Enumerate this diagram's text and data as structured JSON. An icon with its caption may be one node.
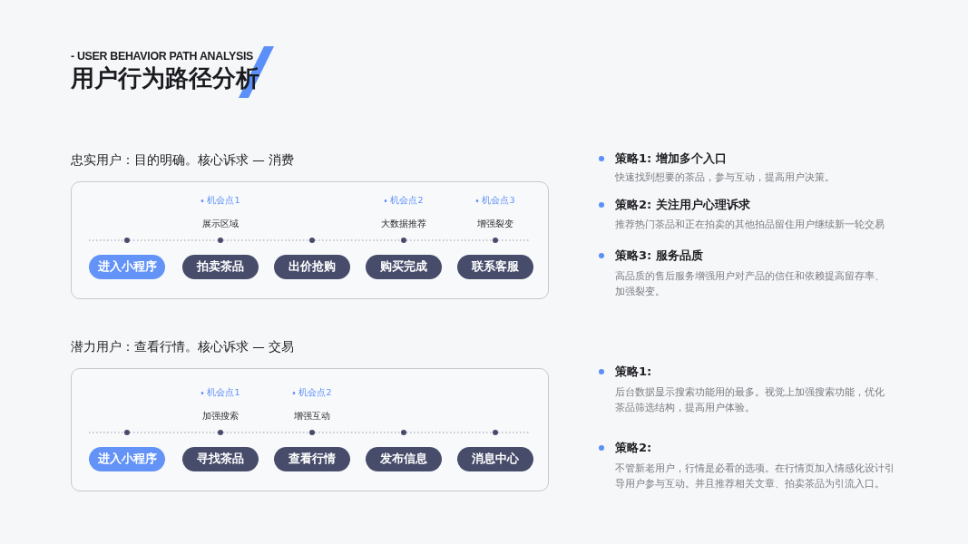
{
  "diagram": {
    "title": "用户行为路径分析",
    "nodes": [
      {
        "text": [
          "忠实用户：目的明确。核心诉求 — 消费"
        ]
      },
      {
        "text": [],
        "shape": "circle",
        "in": 0
      },
      {
        "text": [],
        "shape": "circle",
        "in": 0,
        "beside": [
          "机会点1",
          "展示区域"
        ]
      },
      {
        "text": [],
        "shape": "circle",
        "in": 0
      },
      {
        "text": [],
        "shape": "circle",
        "in": 0,
        "beside": [
          "机会点2",
          "大数据推荐"
        ]
      },
      {
        "text": [],
        "shape": "circle",
        "in": 0,
        "beside": [
          "机会点3",
          "增强裂变"
        ]
      },
      {
        "text": [
          "进入小程序"
        ],
        "in": 0
      },
      {
        "text": [
          "拍卖茶品"
        ],
        "in": 0
      },
      {
        "text": [
          "出价抢购"
        ],
        "in": 0
      },
      {
        "text": [
          "购买完成"
        ],
        "in": 0
      },
      {
        "text": [
          "联系客服"
        ],
        "in": 0
      },
      {
        "text": [
          "潜力用户：查看行情。核心诉求 — 交易"
        ]
      },
      {
        "text": [],
        "shape": "circle",
        "in": 11
      },
      {
        "text": [],
        "shape": "circle",
        "in": 11,
        "beside": [
          "机会点1",
          "加强搜索"
        ]
      },
      {
        "text": [],
        "shape": "circle",
        "in": 11,
        "beside": [
          "机会点2",
          "增强互动"
        ]
      },
      {
        "text": [],
        "shape": "circle",
        "in": 11
      },
      {
        "text": [],
        "shape": "circle",
        "in": 11
      },
      {
        "text": [
          "进入小程序"
        ],
        "in": 11
      },
      {
        "text": [
          "寻找茶品"
        ],
        "in": 11
      },
      {
        "text": [
          "查看行情"
        ],
        "in": 11
      },
      {
        "text": [
          "发布信息"
        ],
        "in": 11
      },
      {
        "text": [
          "消息中心"
        ],
        "in": 11
      }
    ],
    "edges": [
      {
        "from": null,
        "to": 1,
        "arrow": "none",
        "style": "dashed"
      },
      {
        "from": 1,
        "to": 2,
        "arrow": "none",
        "style": "dashed"
      },
      {
        "from": 2,
        "to": 3,
        "arrow": "none",
        "style": "dashed"
      },
      {
        "from": 3,
        "to": 4,
        "arrow": "none",
        "style": "dashed"
      },
      {
        "from": 4,
        "to": 5,
        "arrow": "none",
        "style": "dashed"
      },
      {
        "from": 5,
        "to": null,
        "arrow": "none",
        "style": "dashed"
      },
      {
        "from": null,
        "to": 12,
        "arrow": "none",
        "style": "dashed"
      },
      {
        "from": 12,
        "to": 13,
        "arrow": "none",
        "style": "dashed"
      },
      {
        "from": 13,
        "to": 14,
        "arrow": "none",
        "style": "dashed"
      },
      {
        "from": 14,
        "to": 15,
        "arrow": "none",
        "style": "dashed"
      },
      {
        "from": 15,
        "to": 16,
        "arrow": "none",
        "style": "dashed"
      },
      {
        "from": 16,
        "to": null,
        "arrow": "none",
        "style": "dashed"
      }
    ],
    "labels": [
      "- USER BEHAVIOR PATH ANALYSIS",
      "策略1: 增加多个入口",
      "快速找到想要的茶品，参与互动，提高用户决策。",
      "策略2: 关注用户心理诉求",
      "推荐热门茶品和正在拍卖的其他拍品留住用户继续新一轮交易",
      "策略3: 服务品质",
      "高品质的售后服务增强用户对产品的信任和依赖提高留存率、加强裂变。",
      "策略1:",
      "后台数据显示搜索功能用的最多。视觉上加强搜索功能，优化茶品筛选结构，提高用户体验。",
      "策略2:",
      "不管新老用户，行情是必看的选项。在行情页加入情感化设计引导用户参与互动。并且推荐相关文章、拍卖茶品为引流入口。"
    ]
  }
}
